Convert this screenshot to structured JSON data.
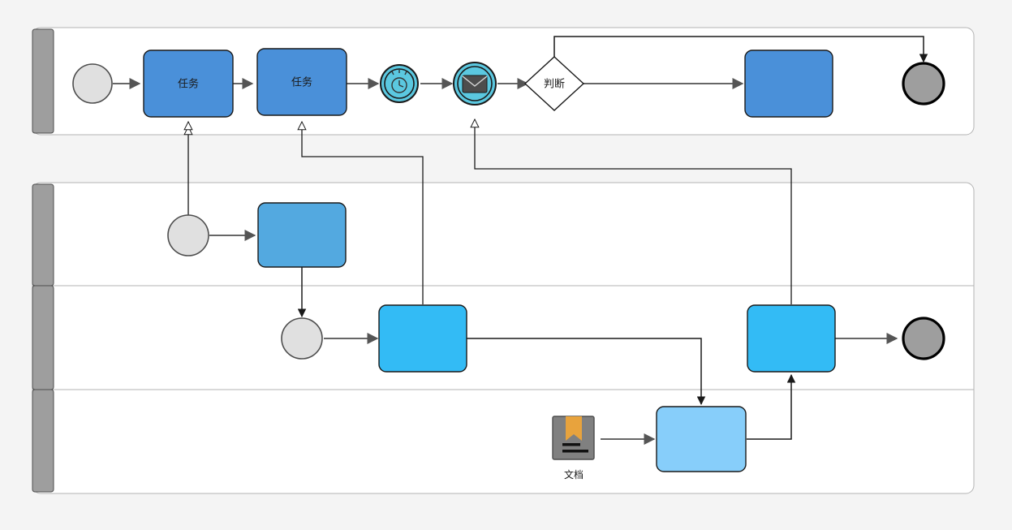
{
  "diagram": {
    "type": "bpmn-pool-lane-flowchart",
    "background_color": "#f4f4f4",
    "pools": [
      {
        "id": "pool-1",
        "lane_header_color": "#9e9e9e",
        "lanes": [
          {
            "id": "lane-1",
            "label": ""
          }
        ]
      },
      {
        "id": "pool-2",
        "lane_header_color": "#9e9e9e",
        "lanes": [
          {
            "id": "lane-2",
            "label": ""
          },
          {
            "id": "lane-3",
            "label": ""
          },
          {
            "id": "lane-4",
            "label": ""
          }
        ]
      }
    ],
    "nodes": {
      "start_event_1": {
        "kind": "start-event",
        "fill": "#e0e0e0",
        "label": ""
      },
      "task_1": {
        "kind": "task",
        "label": "任务",
        "fill": "#4a90d9"
      },
      "task_2": {
        "kind": "task",
        "label": "任务",
        "fill": "#4a90d9"
      },
      "timer_event": {
        "kind": "intermediate-timer-event",
        "fill": "#5bc8e0",
        "label": ""
      },
      "message_event": {
        "kind": "intermediate-message-event",
        "fill": "#5bc8e0",
        "label": ""
      },
      "gateway_1": {
        "kind": "exclusive-gateway",
        "label": "判断",
        "fill": "#ffffff"
      },
      "task_3": {
        "kind": "task",
        "label": "",
        "fill": "#4a90d9"
      },
      "end_event_1": {
        "kind": "end-event",
        "fill": "#9e9e9e",
        "label": ""
      },
      "start_event_2": {
        "kind": "start-event",
        "fill": "#e0e0e0",
        "label": ""
      },
      "task_4": {
        "kind": "task",
        "label": "",
        "fill": "#53a9e0"
      },
      "start_event_3": {
        "kind": "start-event",
        "fill": "#e0e0e0",
        "label": ""
      },
      "task_5": {
        "kind": "task",
        "label": "",
        "fill": "#33bbf5"
      },
      "task_6": {
        "kind": "task",
        "label": "",
        "fill": "#33bbf5"
      },
      "end_event_2": {
        "kind": "end-event",
        "fill": "#9e9e9e",
        "label": ""
      },
      "data_object": {
        "kind": "data-object",
        "label": "文档",
        "fill": "#808080",
        "ribbon_color": "#e8a33d"
      },
      "task_7": {
        "kind": "task",
        "label": "",
        "fill": "#87cefa"
      }
    },
    "colors": {
      "sequence_flow": "#666666",
      "message_flow": "#1a1a1a",
      "pool_border": "#b3b3b3",
      "node_border": "#1a1a1a",
      "lane_header": "#9e9e9e",
      "canvas": "#f4f4f4"
    }
  }
}
